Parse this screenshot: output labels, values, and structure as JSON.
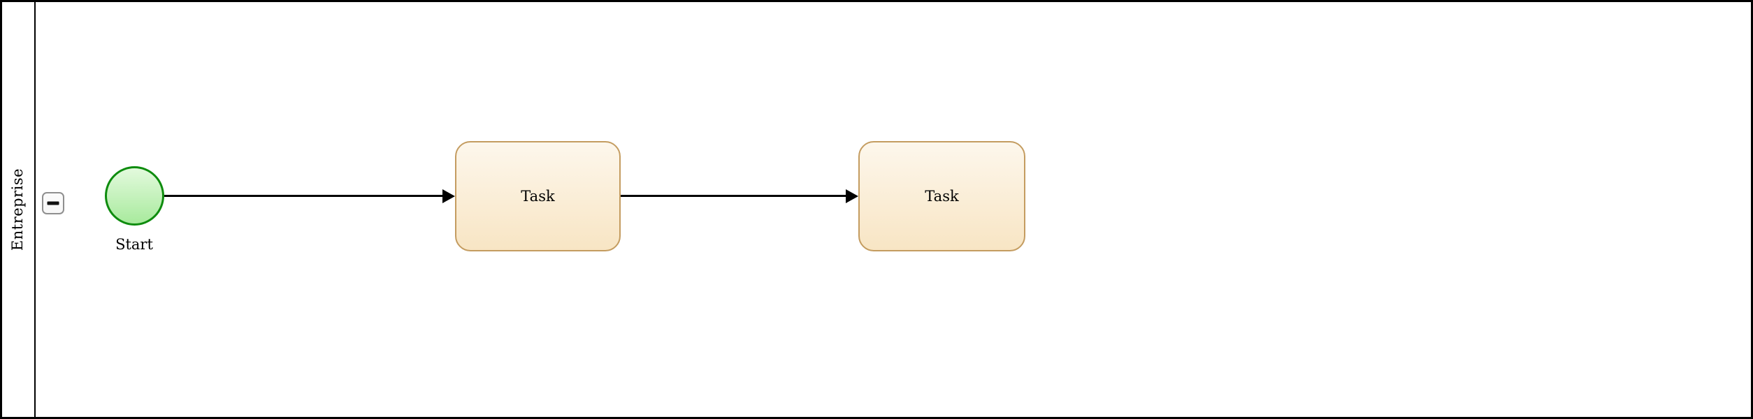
{
  "diagram": {
    "type": "bpmn-pool",
    "pool": {
      "label": "Entreprise",
      "collapse_icon": "minus-icon"
    },
    "nodes": [
      {
        "id": "start",
        "type": "start-event",
        "label": "Start"
      },
      {
        "id": "task-1",
        "type": "task",
        "label": "Task"
      },
      {
        "id": "task-2",
        "type": "task",
        "label": "Task"
      }
    ],
    "edges": [
      {
        "from": "start",
        "to": "task-1",
        "style": "solid-arrow"
      },
      {
        "from": "task-1",
        "to": "task-2",
        "style": "solid-arrow"
      }
    ],
    "colors": {
      "event_stroke": "#0e8c0e",
      "event_fill_top": "#e3fadd",
      "event_fill_bottom": "#a8ea9d",
      "task_stroke": "#c49c60",
      "task_fill_top": "#fdf7ec",
      "task_fill_bottom": "#f8e5c4",
      "line_color": "#000000",
      "pool_border": "#000000",
      "button_border": "#8f8f8f",
      "button_fill": "#f7f7f7"
    }
  }
}
